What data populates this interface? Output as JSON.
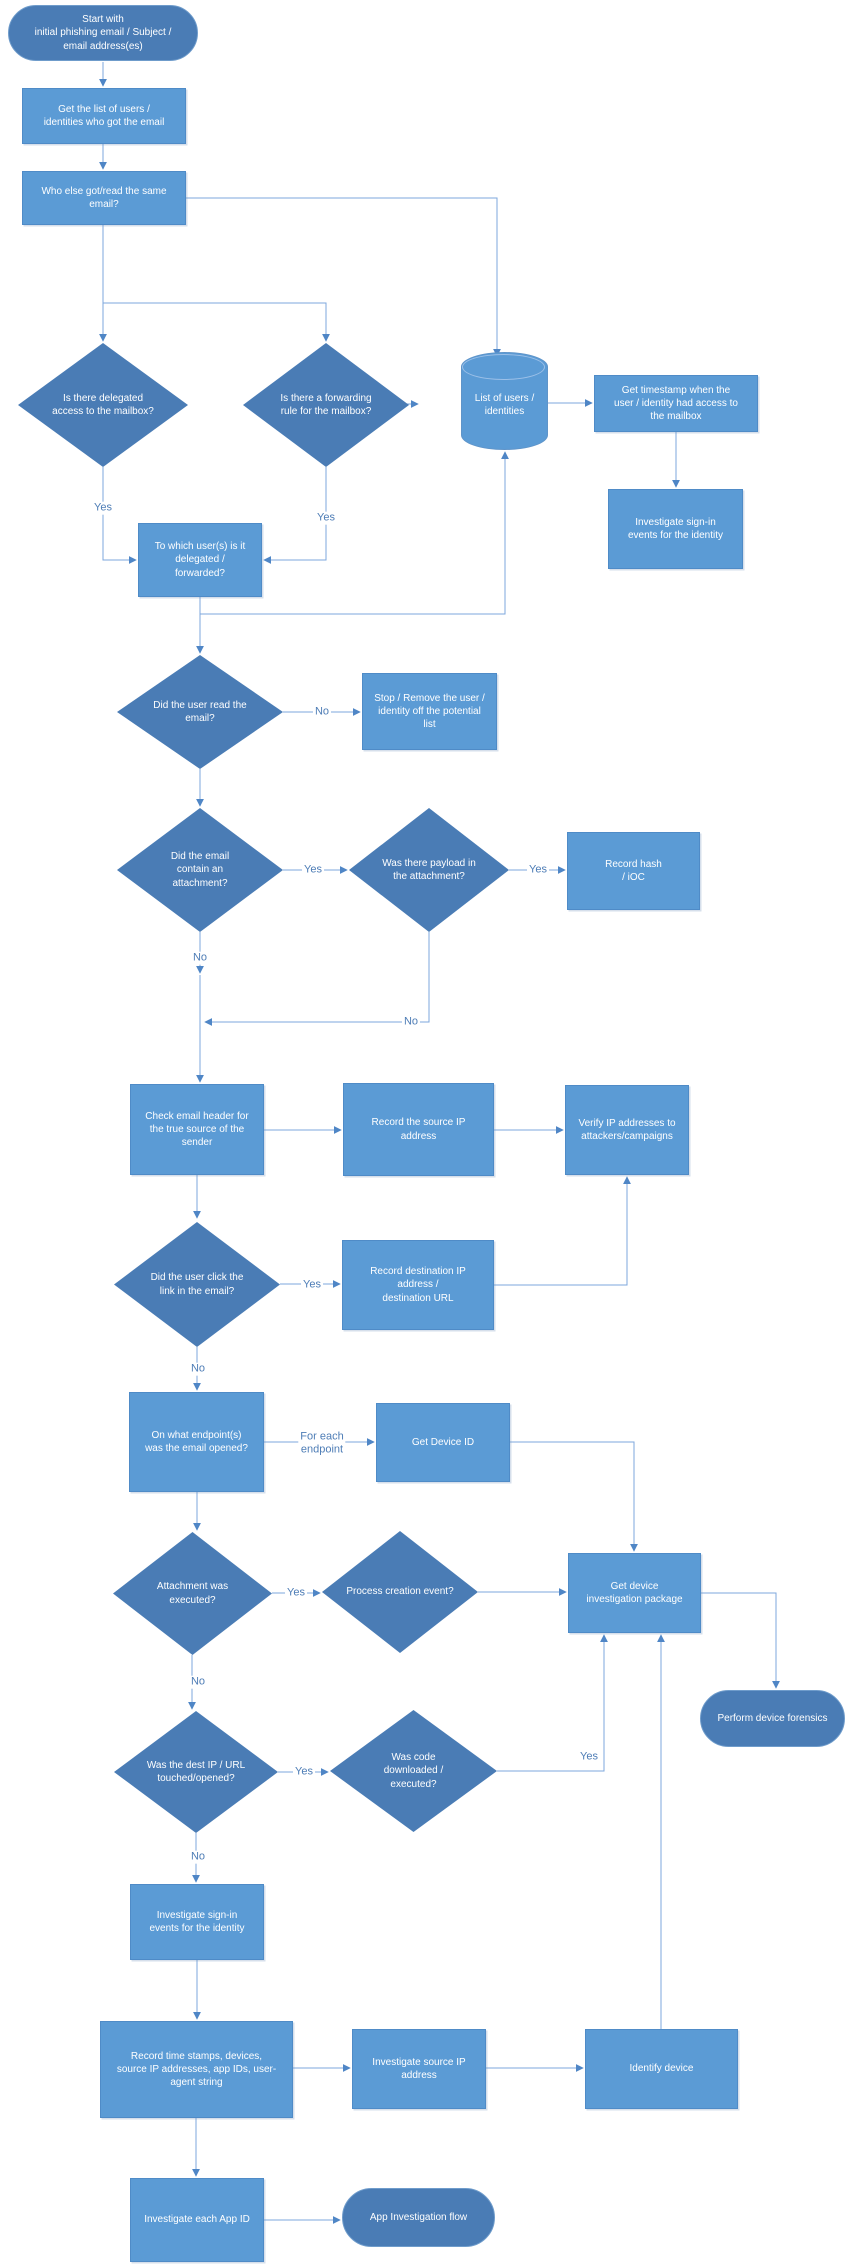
{
  "diagram_type": "flowchart",
  "topic": "Phishing email investigation workflow",
  "colors": {
    "background": "#ffffff",
    "process_fill": "#5b9bd5",
    "decision_fill": "#4a7cb5",
    "terminator_fill": "#4a7cb5",
    "datastore_fill": "#5b9bd5",
    "connector_line": "#7da7dc",
    "arrowhead": "#4f86c6",
    "edge_label_text": "#4e7db6",
    "node_text": "#ffffff"
  },
  "labels": {
    "yes": "Yes",
    "no": "No",
    "for_each_endpoint": "For each\nendpoint"
  },
  "nodes": {
    "start": {
      "label": "Start with\ninitial phishing email / Subject /\nemail address(es)"
    },
    "get_list": {
      "label": "Get the list of users /\nidentities who got the email"
    },
    "who_else": {
      "label": "Who else got/read the same\nemail?"
    },
    "delegated": {
      "label": "Is there delegated\naccess to the mailbox?"
    },
    "forwarding": {
      "label": "Is there a forwarding\nrule for the mailbox?"
    },
    "list_users": {
      "label": "List of users /\nidentities"
    },
    "get_timestamp": {
      "label": "Get timestamp when the\nuser / identity had access to\nthe mailbox"
    },
    "investigate_signin_1": {
      "label": "Investigate sign-in\nevents for the identity"
    },
    "to_which": {
      "label": "To which user(s) is it\ndelegated /\nforwarded?"
    },
    "read_email": {
      "label": "Did the user read the\nemail?"
    },
    "stop_remove": {
      "label": "Stop / Remove the user /\nidentity off the potential\nlist"
    },
    "contain_attachment": {
      "label": "Did the email\ncontain an\nattachment?"
    },
    "payload": {
      "label": "Was there payload in\nthe attachment?"
    },
    "record_hash": {
      "label": "Record hash\n/ iOC"
    },
    "check_header": {
      "label": "Check email header for\nthe true source of the\nsender"
    },
    "record_source_ip": {
      "label": "Record the source IP\naddress"
    },
    "verify_ip": {
      "label": "Verify IP addresses to\nattackers/campaigns"
    },
    "click_link": {
      "label": "Did the user click the\nlink in the email?"
    },
    "record_dest": {
      "label": "Record destination IP\naddress /\ndestination URL"
    },
    "endpoints": {
      "label": "On what endpoint(s)\nwas the email opened?"
    },
    "get_device_id": {
      "label": "Get Device ID"
    },
    "attachment_executed": {
      "label": "Attachment was\nexecuted?"
    },
    "process_creation": {
      "label": "Process creation event?"
    },
    "get_package": {
      "label": "Get device\ninvestigation package"
    },
    "perform_forensics": {
      "label": "Perform device forensics"
    },
    "dest_touched": {
      "label": "Was the dest IP / URL\ntouched/opened?"
    },
    "code_downloaded": {
      "label": "Was code\ndownloaded /\nexecuted?"
    },
    "investigate_signin_2": {
      "label": "Investigate sign-in\nevents for the identity"
    },
    "record_timestamps": {
      "label": "Record time stamps, devices,\nsource IP addresses, app IDs, user-\nagent string"
    },
    "investigate_source_ip": {
      "label": "Investigate source IP\naddress"
    },
    "identify_device": {
      "label": "Identify device"
    },
    "investigate_appid": {
      "label": "Investigate each App ID"
    },
    "app_flow": {
      "label": "App Investigation flow"
    }
  }
}
